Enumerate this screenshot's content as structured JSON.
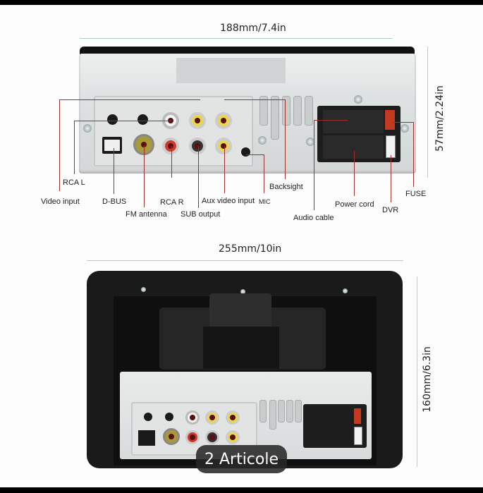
{
  "top_unit": {
    "width_dimension": "188mm/7.4in",
    "height_dimension": "57mm/2.24in",
    "port_labels": {
      "video_input": "Video input",
      "rca_l": "RCA L",
      "d_bus": "D-BUS",
      "fm_antenna": "FM antenna",
      "rca_r": "RCA R",
      "sub_output": "SUB output",
      "aux_video_input": "Aux video input",
      "mic": "MIC",
      "backsight": "Backsight",
      "audio_cable": "Audio cable",
      "power_cord": "Power cord",
      "dvr": "DVR",
      "fuse": "FUSE"
    }
  },
  "bottom_unit": {
    "width_dimension": "255mm/10in",
    "height_dimension": "160mm/6.3in"
  },
  "overlay": {
    "item_count_badge": "2 Articole"
  },
  "colors": {
    "leader_line": "#9b3030",
    "rca_white": "#f5f5f5",
    "rca_yellow": "#e8d84a",
    "rca_red": "#d0392b",
    "fm_antenna_gold": "#a89a38",
    "frame": "#1a1a1a"
  }
}
